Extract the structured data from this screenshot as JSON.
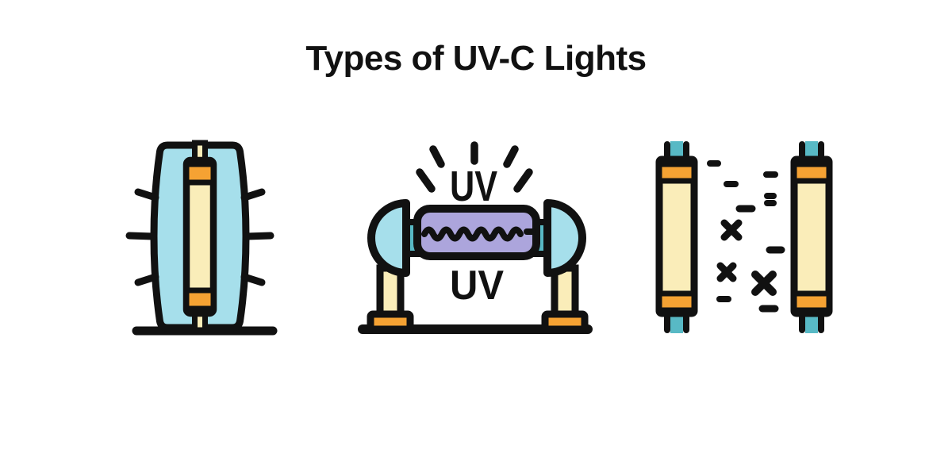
{
  "title": "Types of UV-C Lights",
  "labels": {
    "uv_top": "UV",
    "uv_bottom": "UV"
  },
  "colors": {
    "background": "#FFFFFF",
    "ink": "#111111",
    "light_blue": "#A6DFEB",
    "teal": "#58B9C5",
    "cream": "#FAEDB9",
    "orange": "#F5A233",
    "purple": "#ACA5DC"
  },
  "icons": [
    {
      "name": "enclosed-uvc-lamp-icon"
    },
    {
      "name": "uvc-lamp-emitter-icon"
    },
    {
      "name": "uvc-tube-pair-icon"
    }
  ]
}
